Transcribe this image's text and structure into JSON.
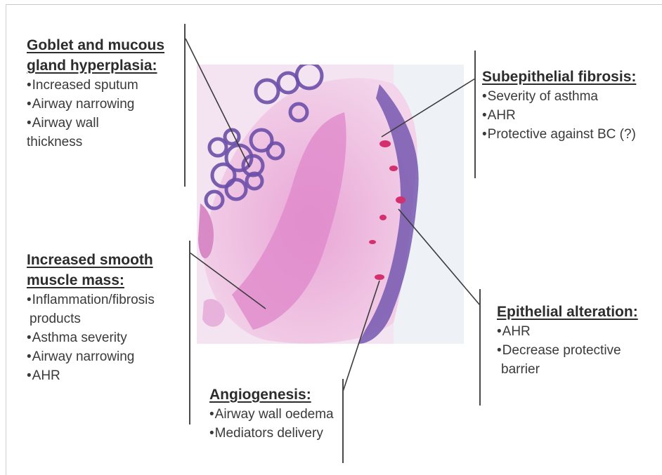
{
  "panels": {
    "goblet": {
      "title_lines": [
        "Goblet and mucous",
        "gland hyperplasia:"
      ],
      "bullets": [
        "Increased sputum",
        "Airway narrowing",
        "Airway wall",
        "thickness"
      ]
    },
    "smooth_muscle": {
      "title_lines": [
        "Increased smooth",
        "muscle mass:"
      ],
      "bullets": [
        "Inflammation/fibrosis",
        "products",
        "Asthma severity",
        "Airway narrowing",
        "AHR"
      ]
    },
    "subepithelial": {
      "title_lines": [
        "Subepithelial fibrosis:"
      ],
      "bullets": [
        "Severity of asthma",
        "AHR",
        "Protective against BC (?)"
      ]
    },
    "epithelial": {
      "title_lines": [
        "Epithelial alteration:"
      ],
      "bullets": [
        "AHR",
        "Decrease protective",
        "barrier"
      ]
    },
    "angiogenesis": {
      "title_lines": [
        "Angiogenesis:"
      ],
      "bullets": [
        "Airway wall oedema",
        "Mediators delivery"
      ]
    }
  },
  "bullet_char": "•",
  "colors": {
    "stain_pink": "#e7a2d6",
    "stain_deep_pink": "#d66fbf",
    "stain_purple": "#6b4fa8",
    "stain_red": "#d4306e",
    "background_tissue": "#f4e3f0"
  },
  "image": {
    "semantic": "histology-airway-section"
  }
}
